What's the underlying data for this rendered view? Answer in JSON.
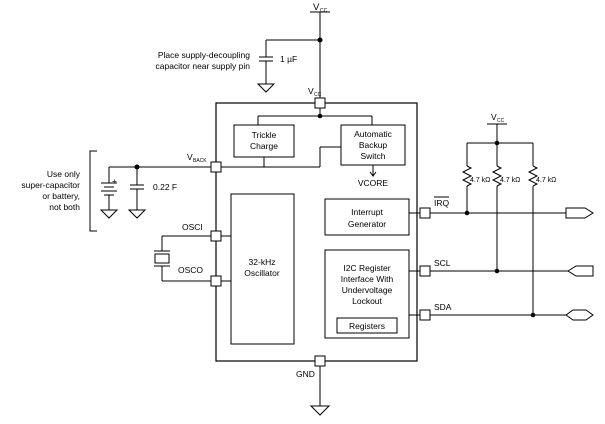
{
  "supply": {
    "vcc_top": "V",
    "vcc_top_sub": "CC",
    "vcc_chip": "V",
    "vcc_chip_sub": "CC",
    "vcc_pullup": "V",
    "vcc_pullup_sub": "CC"
  },
  "notes": {
    "decoupling_line1": "Place supply-decoupling",
    "decoupling_line2": "capacitor near supply pin",
    "backup_line1": "Use only",
    "backup_line2": "super-capacitor",
    "backup_line3": "or battery,",
    "backup_line4": "not both"
  },
  "components": {
    "decoupling_cap": "1 µF",
    "backup_cap": "0.22 F",
    "battery_plus": "+",
    "resistor1": "4.7 kΩ",
    "resistor2": "4.7 kΩ",
    "resistor3": "4.7 kΩ"
  },
  "pins": {
    "vbackup": "V",
    "vbackup_sub": "BACK",
    "osci": "OSCI",
    "osco": "OSCO",
    "gnd": "GND",
    "irq": "IRQ",
    "scl": "SCL",
    "sda": "SDA"
  },
  "blocks": {
    "trickle_line1": "Trickle",
    "trickle_line2": "Charge",
    "auto_line1": "Automatic",
    "auto_line2": "Backup",
    "auto_line3": "Switch",
    "vcore": "VCORE",
    "osc_line1": "32-kHz",
    "osc_line2": "Oscillator",
    "interrupt_line1": "Interrupt",
    "interrupt_line2": "Generator",
    "i2c_line1": "I2C Register",
    "i2c_line2": "Interface With",
    "i2c_line3": "Undervoltage",
    "i2c_line4": "Lockout",
    "registers": "Registers"
  }
}
